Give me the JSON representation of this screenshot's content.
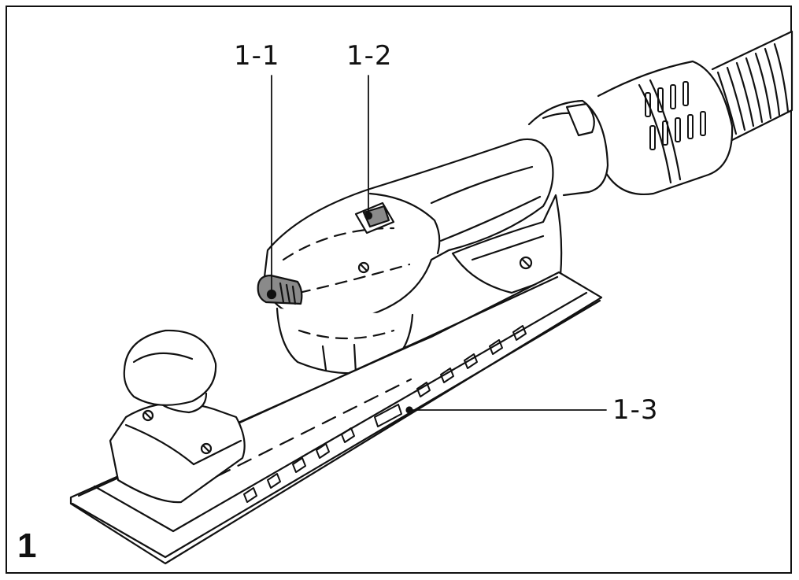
{
  "figure": {
    "number": "1",
    "callouts": {
      "speed_wheel": "1-1",
      "on_off_switch": "1-2",
      "sanding_pad": "1-3"
    }
  },
  "colors": {
    "line": "#111111",
    "background": "#ffffff",
    "grey_part": "#8a8a8a"
  }
}
